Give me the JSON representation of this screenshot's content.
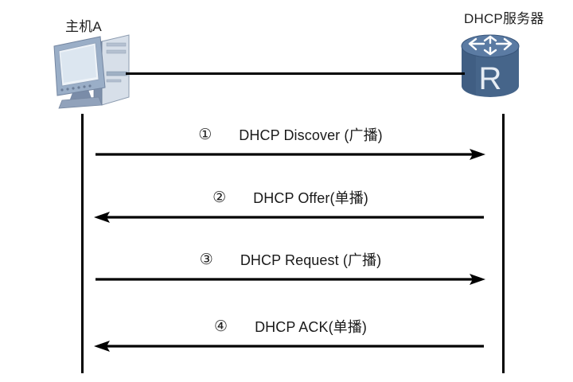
{
  "diagram": {
    "title_left": "主机A",
    "title_right": "DHCP服务器",
    "host_icon_name": "desktop-computer",
    "server_icon_name": "router-cylinder-R",
    "router_glyph": "R"
  },
  "messages": [
    {
      "number": "①",
      "label": "DHCP Discover (广播)",
      "direction": "right",
      "from": "主机A",
      "to": "DHCP服务器",
      "cast": "广播"
    },
    {
      "number": "②",
      "label": "DHCP Offer(单播)",
      "direction": "left",
      "from": "DHCP服务器",
      "to": "主机A",
      "cast": "单播"
    },
    {
      "number": "③",
      "label": "DHCP Request (广播)",
      "direction": "right",
      "from": "主机A",
      "to": "DHCP服务器",
      "cast": "广播"
    },
    {
      "number": "④",
      "label": "DHCP ACK(单播)",
      "direction": "left",
      "from": "DHCP服务器",
      "to": "主机A",
      "cast": "单播"
    }
  ],
  "colors": {
    "background": "#ffffff",
    "line": "#000000",
    "text": "#1a1a1a",
    "router_body": "#46658a",
    "router_body_dark": "#37506e",
    "router_top": "#5a7aa0",
    "monitor_bezel": "#8fa2bd",
    "monitor_screen": "#e8eef5",
    "tower_body": "#c9d3e0",
    "tower_side": "#8fa2bd"
  }
}
